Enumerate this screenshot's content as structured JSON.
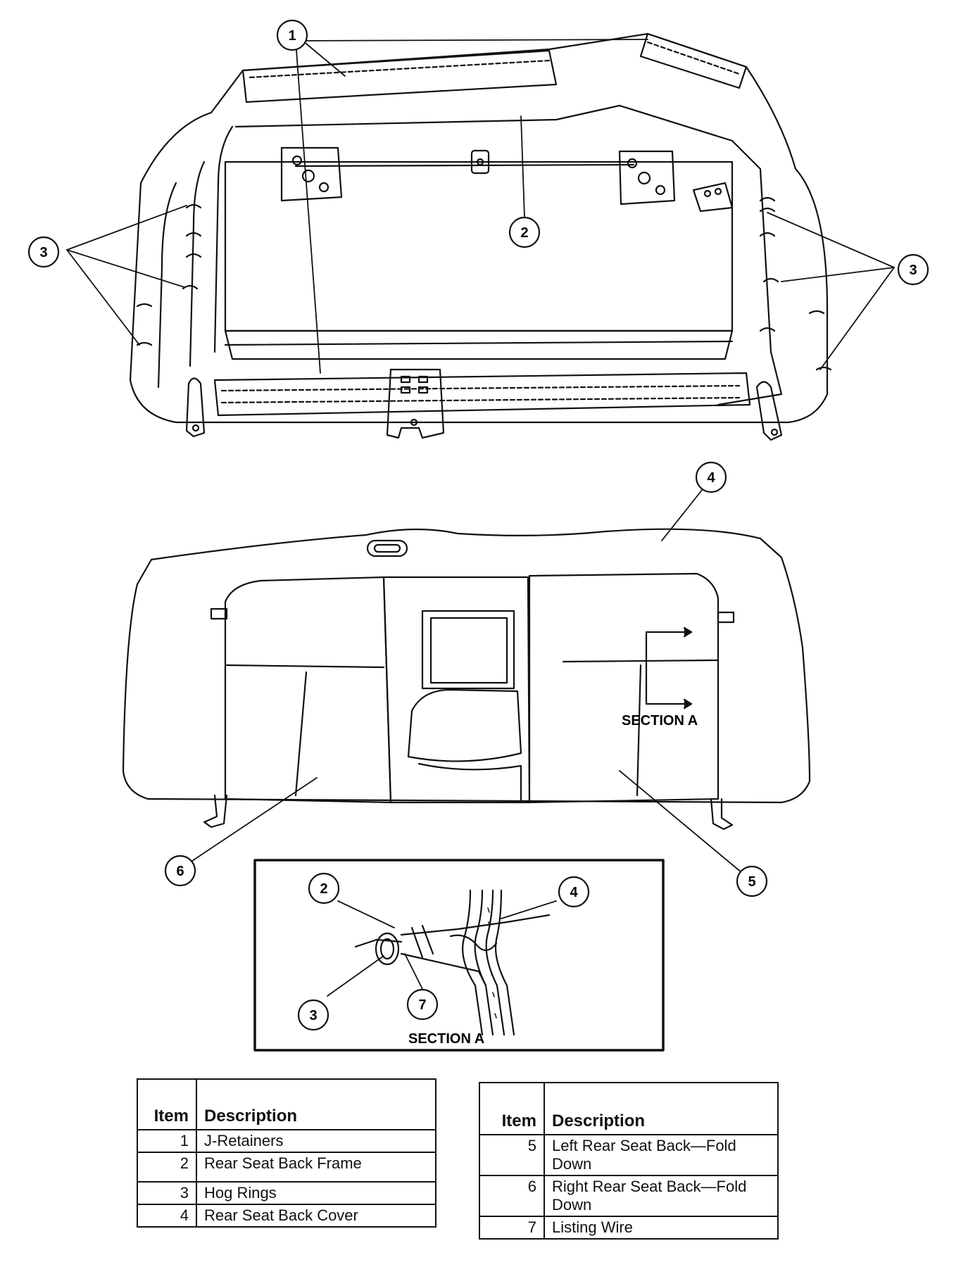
{
  "callouts": [
    "1",
    "2",
    "3",
    "3",
    "4",
    "6",
    "5",
    "2",
    "4",
    "3",
    "7"
  ],
  "labels": {
    "section_label_main": "SECTION A",
    "section_label_inset": "SECTION A"
  },
  "tables": {
    "left": {
      "header_item": "Item",
      "header_description": "Description",
      "rows": [
        {
          "item": "1",
          "description": "J-Retainers"
        },
        {
          "item": "2",
          "description": "Rear Seat Back Frame"
        },
        {
          "item": "3",
          "description": "Hog Rings"
        },
        {
          "item": "4",
          "description": "Rear Seat Back Cover"
        }
      ]
    },
    "right": {
      "header_item": "Item",
      "header_description": "Description",
      "rows": [
        {
          "item": "5",
          "description": "Left Rear Seat Back—Fold Down"
        },
        {
          "item": "6",
          "description": "Right Rear Seat Back—Fold Down"
        },
        {
          "item": "7",
          "description": "Listing Wire"
        }
      ]
    }
  }
}
